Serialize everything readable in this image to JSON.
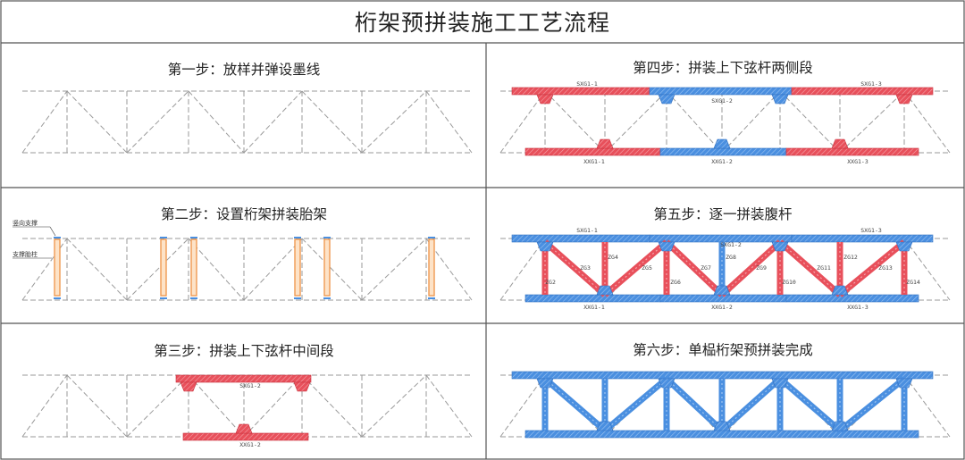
{
  "title": "桁架预拼装施工工艺流程",
  "steps": {
    "s1": "第一步：放样并弹设墨线",
    "s2": "第二步：设置桁架拼装胎架",
    "s3": "第三步：拼装上下弦杆中间段",
    "s4": "第四步：拼装上下弦杆两侧段",
    "s5": "第五步：逐一拼装腹杆",
    "s6": "第六步：单榀桁架预拼装完成"
  },
  "annotations": {
    "vertical_support": "竖向支撑",
    "support_post": "支撑胎柱"
  },
  "members": {
    "sxg1": "SXG1-1",
    "sxg2": "SXG1-2",
    "sxg3": "SXG1-3",
    "xxg1": "XXG1-1",
    "xxg2": "XXG1-2",
    "xxg3": "XXG1-3",
    "zg": [
      "ZG2",
      "ZG3",
      "ZG4",
      "ZG5",
      "ZG6",
      "ZG7",
      "ZG8",
      "ZG9",
      "ZG10",
      "ZG11",
      "ZG12",
      "ZG13",
      "ZG14"
    ]
  },
  "colors": {
    "red_member": "#e8505b",
    "blue_member": "#4a8fe0",
    "support_orange": "#ef9a52",
    "guide_line": "#9a9a9a",
    "border": "#555555"
  }
}
